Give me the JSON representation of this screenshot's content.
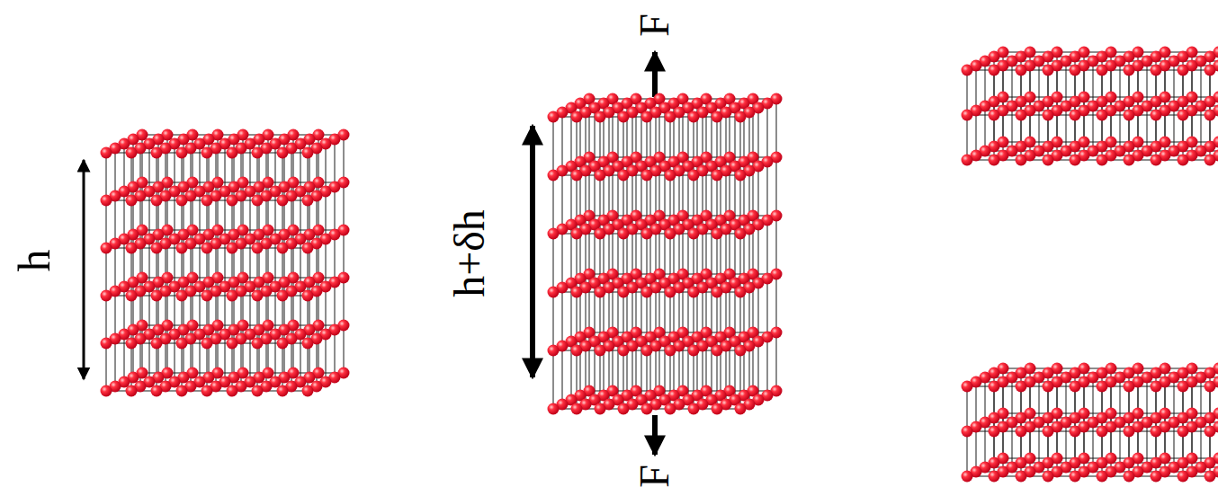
{
  "diagram": {
    "labels": [
      "h",
      "h+δh",
      "F",
      "F"
    ]
  }
}
